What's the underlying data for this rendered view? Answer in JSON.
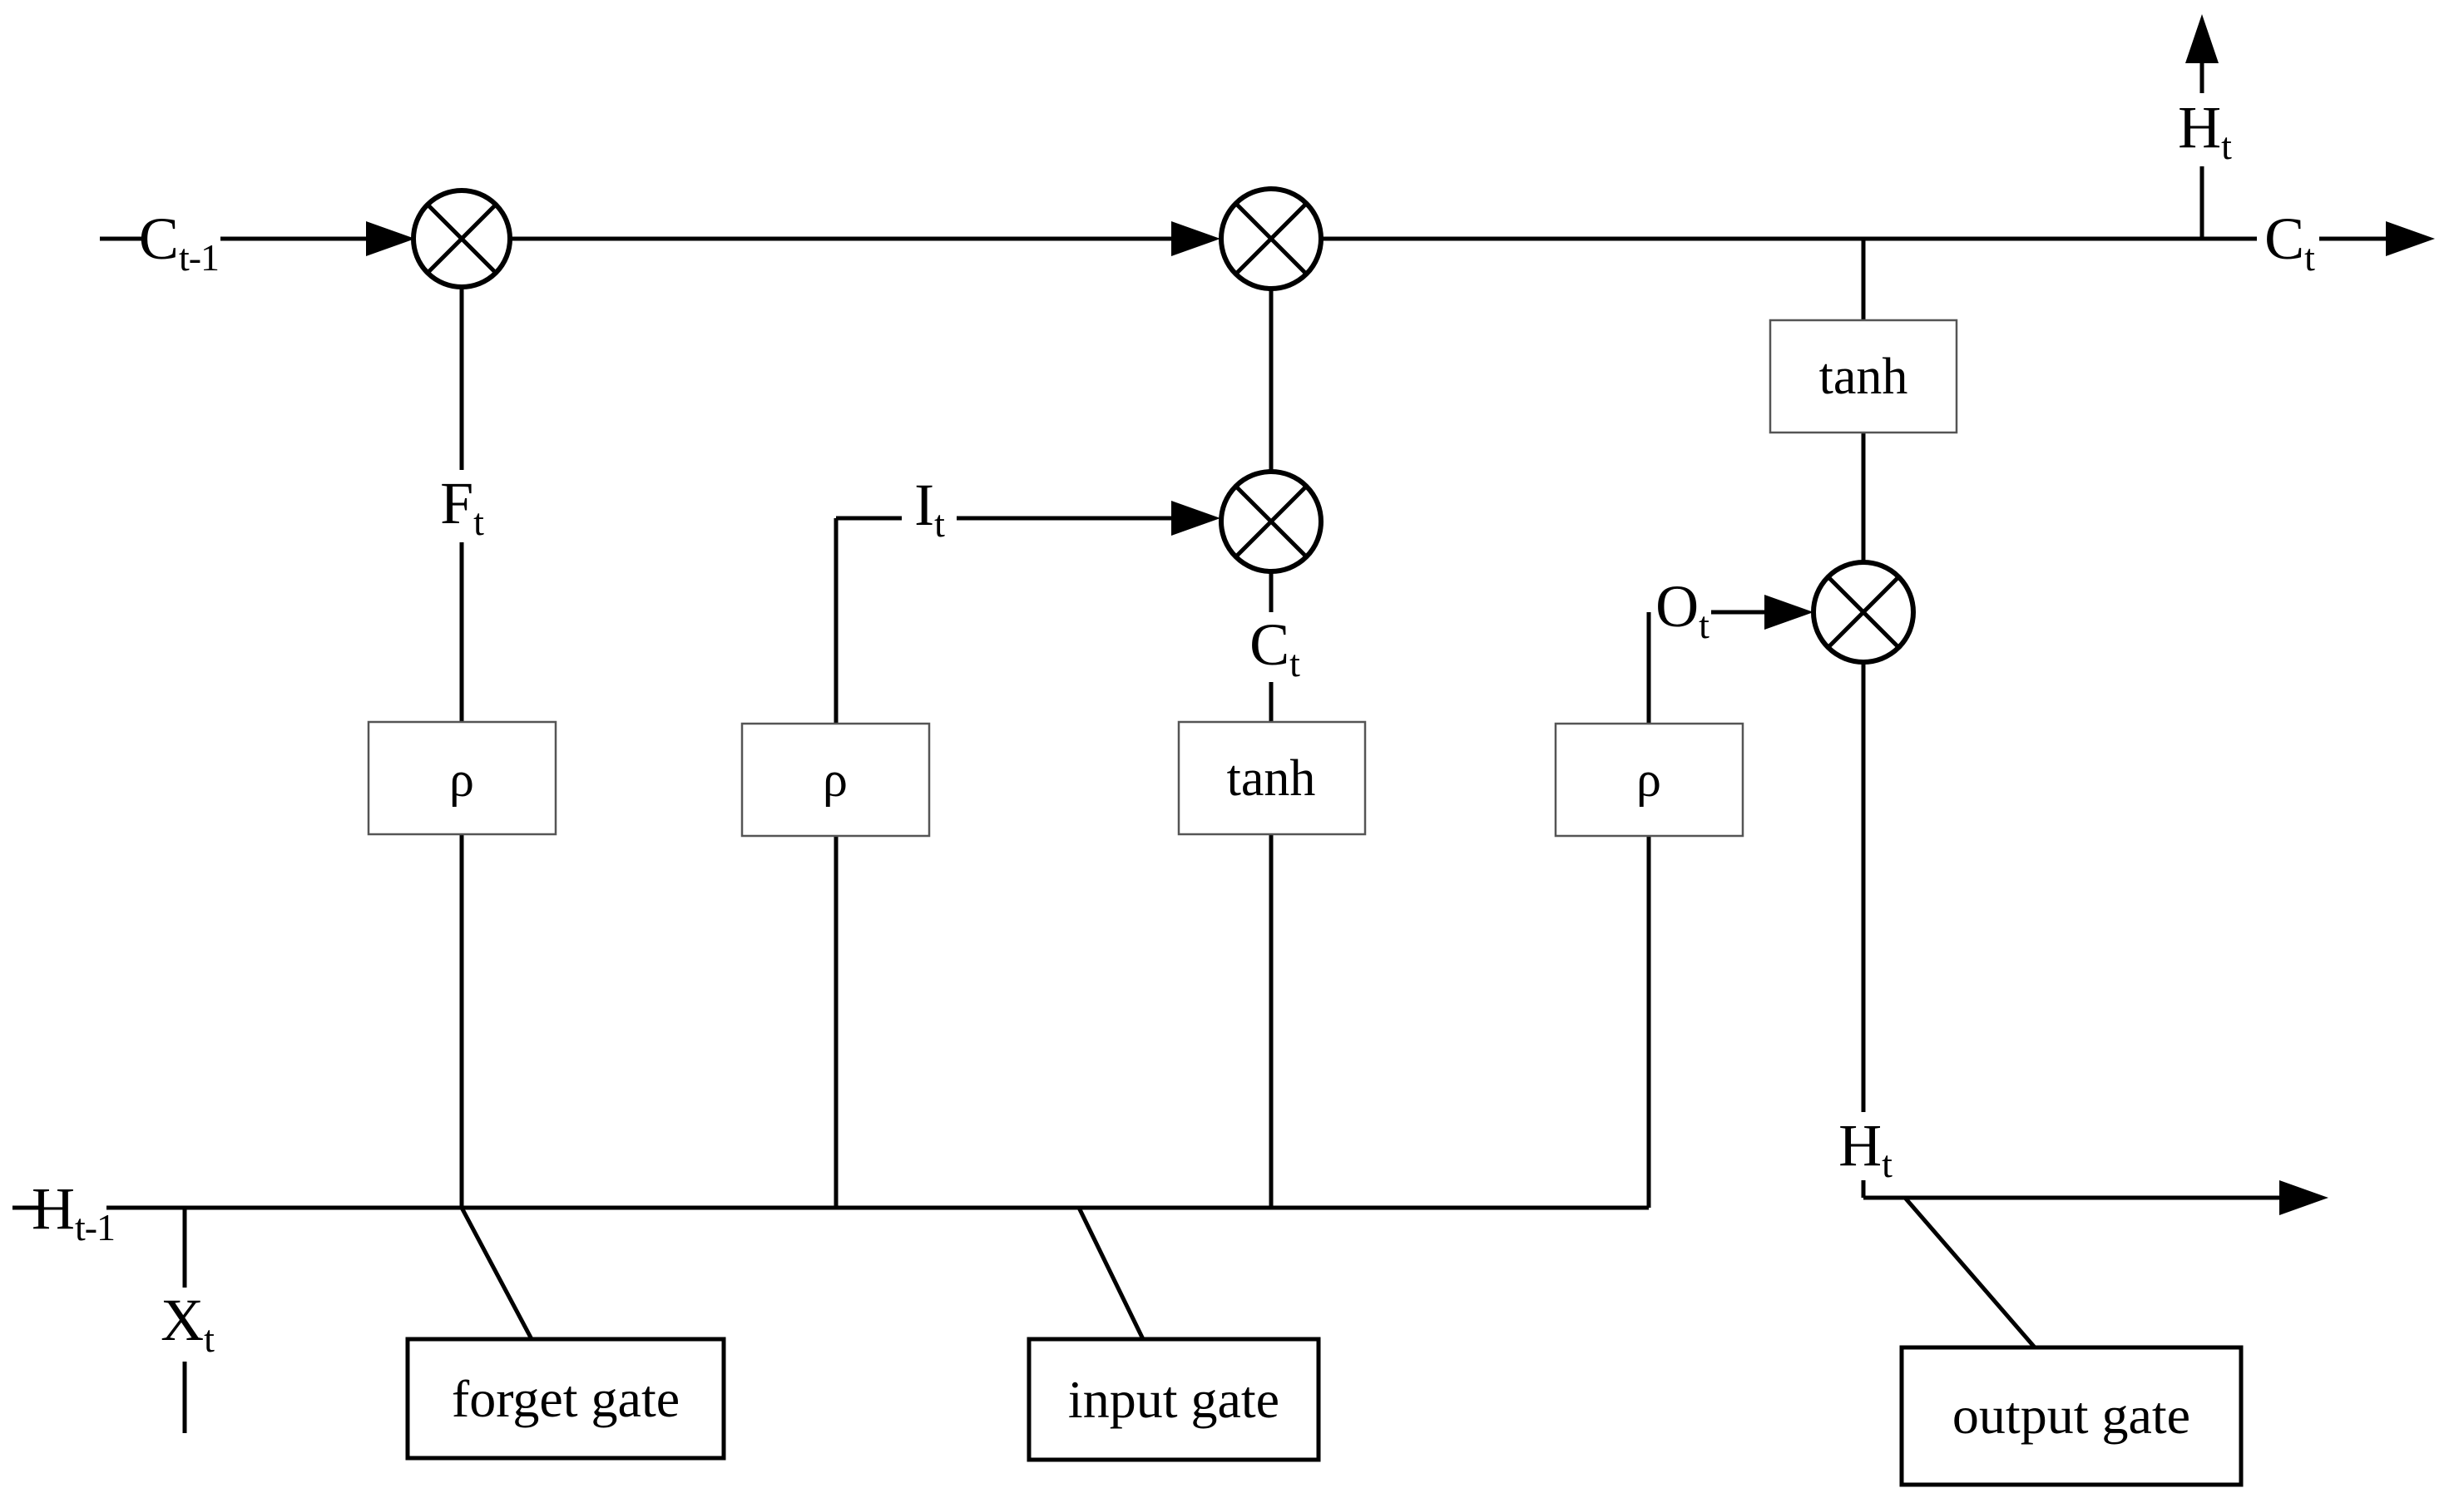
{
  "diagram": {
    "title": "LSTM cell diagram",
    "operator_symbol": "⊗",
    "colors": {
      "line": "#000000",
      "thin_box_border": "#555555",
      "gate_box_border": "#000000",
      "background": "#ffffff"
    },
    "nodes": {
      "c_prev": {
        "main": "C",
        "sub": "t-1"
      },
      "f_t": {
        "main": "F",
        "sub": "t"
      },
      "i_t": {
        "main": "I",
        "sub": "t"
      },
      "c_mid": {
        "main": "C",
        "sub": "t"
      },
      "o_t": {
        "main": "O",
        "sub": "t"
      },
      "h_t_top": {
        "main": "H",
        "sub": "t"
      },
      "c_out": {
        "main": "C",
        "sub": "t"
      },
      "h_t_bottom": {
        "main": "H",
        "sub": "t"
      },
      "h_prev": {
        "main": "H",
        "sub": "t-1"
      },
      "x_t": {
        "main": "X",
        "sub": "t"
      }
    },
    "boxes": {
      "rho_forget": "ρ",
      "rho_input": "ρ",
      "tanh_candidate": "tanh",
      "rho_output": "ρ",
      "tanh_output": "tanh"
    },
    "gates": {
      "forget": "forget gate",
      "input": "input gate",
      "output": "output gate"
    }
  }
}
